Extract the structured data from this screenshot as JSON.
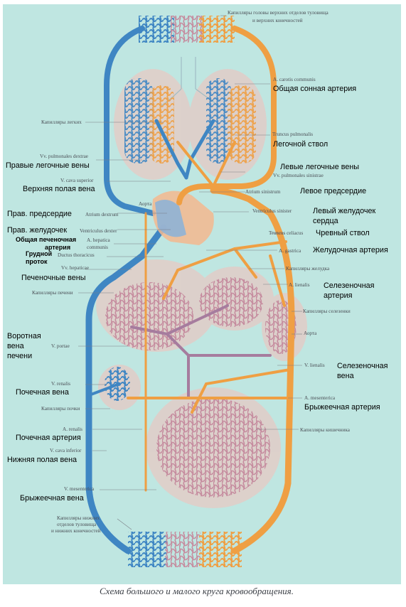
{
  "colors": {
    "background": "#bfe6e1",
    "artery": "#ef9f43",
    "vein": "#3f86c3",
    "capillary": "#c58b9e",
    "organ_shadow": "#e9c7c2"
  },
  "labels": {
    "cap_upper": [
      "Капилляры головы верхних отделов туловища",
      "и верхних конечностей"
    ],
    "carotis_lat": "A. carotis communis",
    "carotis_ru": "Общая сонная артерия",
    "cap_lungs": "Капилляры легких",
    "truncus_pulm_lat": "Truncus pulmonalis",
    "truncus_pulm_ru": "Легочной ствол",
    "vv_pulm_dextrae_lat": "Vv. pulmonales dextrae",
    "vv_pulm_dextrae_ru": "Правые легочные вены",
    "vv_pulm_sin_ru": "Левые легочные вены",
    "vv_pulm_sin_lat": "Vv. pulmonales sinistrae",
    "vcs_lat": "V. cava superior",
    "vcs_ru": "Верхняя полая вена",
    "atrium_sin_lat": "Atrium sinistrum",
    "atrium_sin_ru": "Левое предсердие",
    "aorta_top": "Аорта",
    "atrium_dex_ru": "Прав. предсердие",
    "atrium_dex_lat": "Atrium dextrum",
    "ventr_sin_lat": "Ventriculus sinister",
    "ventr_sin_ru": [
      "Левый желудочек",
      "сердца"
    ],
    "ventr_dex_ru": "Прав. желудочек",
    "ventr_dex_lat": "Ventriculus dexter",
    "truncus_coel_lat": "Truncus celiacus",
    "truncus_coel_ru": "Чревный ствол",
    "hepatica_ru": [
      "Общая печеночная",
      "артерия"
    ],
    "hepatica_lat": [
      "A. hepatica",
      "communis"
    ],
    "gastrica_lat": "A. gastrica",
    "gastrica_ru": "Желудочная артерия",
    "ductus_ru": [
      "Грудной",
      "проток"
    ],
    "ductus_lat": "Ductus thoracicus",
    "vv_hepaticae_lat": "Vv. hepaticae",
    "vv_hepaticae_ru": "Печеночные вены",
    "cap_stomach": "Капилляры желудка",
    "cap_liver": "Капилляры печени",
    "lienalis_lat": "A. lienalis",
    "lienalis_ru": [
      "Селезеночная",
      "артерия"
    ],
    "cap_spleen": "Капилляры селезенки",
    "aorta_mid": "Аорта",
    "portae_ru": [
      "Воротная",
      "вена",
      "печени"
    ],
    "portae_lat": "V. portae",
    "v_lienalis_lat": "V. lienalis",
    "v_lienalis_ru": [
      "Селезеночная",
      "вена"
    ],
    "v_renalis_lat": "V. renalis",
    "v_renalis_ru": "Почечная вена",
    "cap_kidney": "Капилляры почки",
    "mesenterica_lat": "A. mesenterica",
    "mesenterica_ru": "Брыжеечная артерия",
    "a_renalis_lat": "A. renalis",
    "a_renalis_ru": "Почечная артерия",
    "cap_intestine": "Капилляры кишечника",
    "vci_lat": "V. cava inferior",
    "vci_ru": "Нижняя полая вена",
    "v_mesenterica_lat": "V. mesenterica",
    "v_mesenterica_ru": "Брыжеечная вена",
    "cap_lower": [
      "Капилляры нижних",
      "отделов туловища",
      "и нижних конечностей"
    ]
  },
  "caption": "Схема большого и малого круга кровообращения."
}
